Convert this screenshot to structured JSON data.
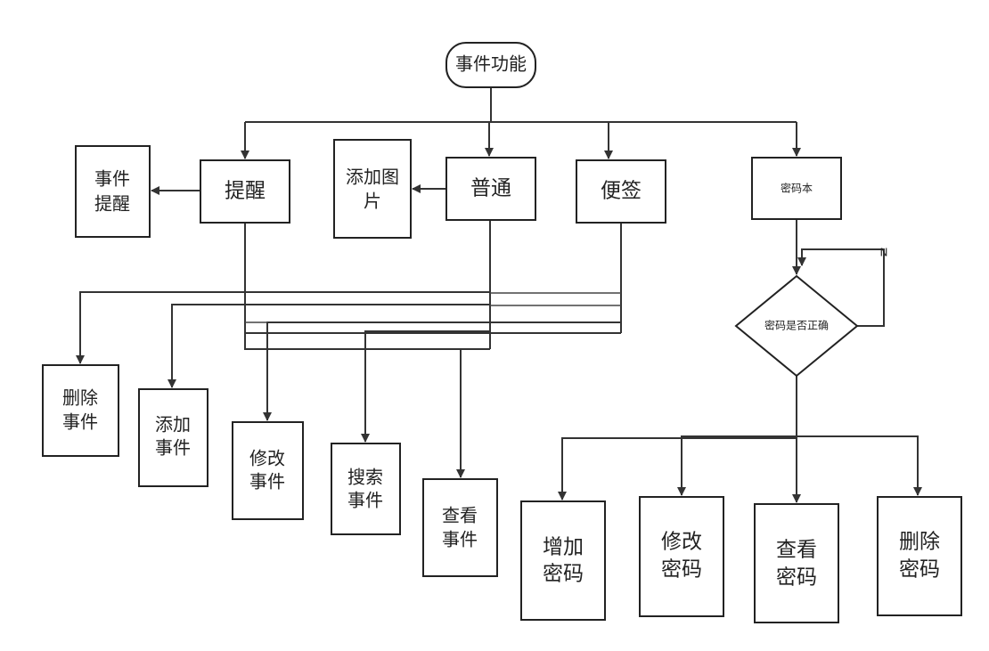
{
  "root": "事件功能",
  "categories": {
    "remind": "提醒",
    "normal": "普通",
    "note": "便签",
    "password_book": "密码本"
  },
  "remind_child": [
    "事件",
    "提醒"
  ],
  "normal_child": [
    "添加图",
    "片"
  ],
  "event_ops": [
    [
      "删除",
      "事件"
    ],
    [
      "添加",
      "事件"
    ],
    [
      "修改",
      "事件"
    ],
    [
      "搜索",
      "事件"
    ],
    [
      "查看",
      "事件"
    ]
  ],
  "decision": "密码是否正确",
  "decision_no_label": "N",
  "password_ops": [
    [
      "增加",
      "密码"
    ],
    [
      "修改",
      "密码"
    ],
    [
      "查看",
      "密码"
    ],
    [
      "删除",
      "密码"
    ]
  ]
}
